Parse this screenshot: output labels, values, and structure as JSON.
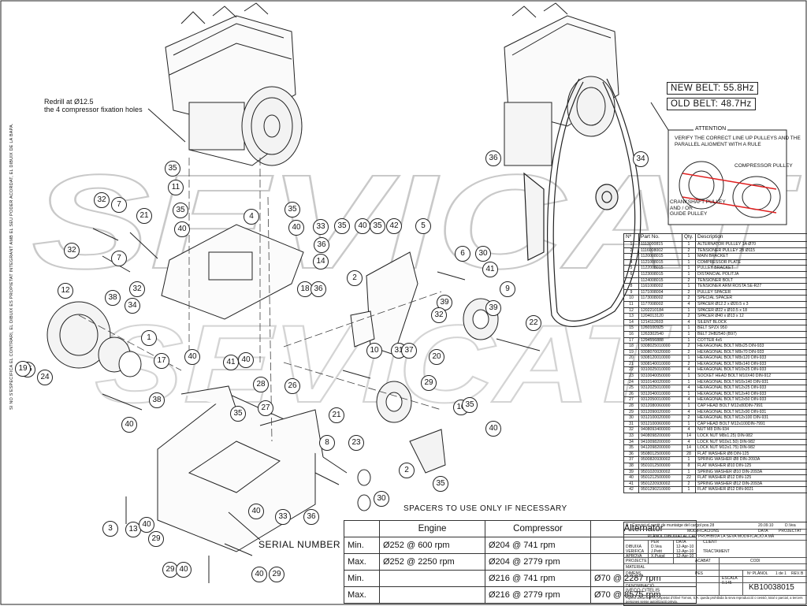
{
  "side_note": "SI NO S'ESPECIFICA EL CONTRARI, EL DIBUIX ES PROPIETAT INTEGRANT AMB EL SEU PODER ACORDAT, EL DIBUIX DE LA BAPA.",
  "watermark": "SEVICAT",
  "annotations": {
    "redrill": "Redrill at Ø12.5\nthe 4 compressor fixation holes",
    "spacers": "SPACERS TO USE ONLY IF NECESSARY",
    "serial": "SERIAL NUMBER"
  },
  "belt": {
    "new": "NEW BELT: 55.8Hz",
    "old": "OLD BELT: 48.7Hz"
  },
  "attention": {
    "title": "ATTENTION",
    "text": "VERIFY THE CORRECT LINE UP PULLEYS AND THE\nPARALLEL ALIGMENT WITH A RULE",
    "compressor_pulley": "COMPRESSOR PULLEY",
    "crankshaft_pulley": "CRANKSHAFT PULLEY\nAND / OR\nGUIDE PULLEY"
  },
  "callouts": [
    "35",
    "11",
    "4",
    "40",
    "35",
    "33",
    "36",
    "14",
    "32",
    "7",
    "21",
    "40",
    "35",
    "32",
    "7",
    "32",
    "12",
    "38",
    "34",
    "1",
    "17",
    "40",
    "40",
    "18",
    "36",
    "39",
    "35",
    "40",
    "35",
    "42",
    "5",
    "6",
    "30",
    "41",
    "9",
    "2",
    "32",
    "39",
    "22",
    "10",
    "31",
    "37",
    "20",
    "26",
    "41",
    "28",
    "27",
    "40",
    "25",
    "24",
    "38",
    "35",
    "29",
    "21",
    "10",
    "35",
    "40",
    "2",
    "35",
    "8",
    "23",
    "30",
    "40",
    "13",
    "3",
    "40",
    "29",
    "33",
    "36",
    "29",
    "40",
    "40",
    "29",
    "19",
    "36",
    "34",
    "15",
    "16"
  ],
  "parts_table": {
    "headers": [
      "Nº",
      "Part No.",
      "Qty.",
      "Description"
    ],
    "rows": [
      [
        "1",
        "1113000815",
        "1",
        "ALTERNATOR PULLEY 1A Ø70"
      ],
      [
        "2",
        "1116008002",
        "2",
        "TENSIONER PULLEY 2B Ø115"
      ],
      [
        "3",
        "1120008015",
        "1",
        "MAIN BRACKET"
      ],
      [
        "4",
        "1121008015",
        "1",
        "COMPRESSOR PLATE"
      ],
      [
        "5",
        "1122008015",
        "1",
        "PULLEY BRACKET"
      ],
      [
        "6",
        "1123008015",
        "1",
        "DISTANCIAL POLITJA"
      ],
      [
        "7",
        "1124008015",
        "2",
        "TENSIONER BOLT"
      ],
      [
        "8",
        "1161008002",
        "1",
        "TENSIONER ARM ROSTA SE-R27"
      ],
      [
        "9",
        "1171008004",
        "2",
        "PULLEY SPACER"
      ],
      [
        "10",
        "1173008002",
        "2",
        "SPECIAL SPACER"
      ],
      [
        "11",
        "1177008002",
        "4",
        "SPACER Ø12.2 x Ø20.5 x 3"
      ],
      [
        "12",
        "1202210184",
        "1",
        "SPACER Ø22 x Ø10.5 x 18"
      ],
      [
        "13",
        "1204013120",
        "2",
        "SPACER Ø40 x Ø13 x 12"
      ],
      [
        "14",
        "1214112603",
        "4",
        "SILENT BLOCK"
      ],
      [
        "15",
        "1260100925",
        "1",
        "BELT SPZX 950"
      ],
      [
        "16",
        "1263302540",
        "1",
        "BELT 2HB2540 (B97)"
      ],
      [
        "17",
        "1294556888",
        "1",
        "COTTER 4x5"
      ],
      [
        "18",
        "9308025010000",
        "2",
        "HEXAGONAL BOLT M8x25 DIN-933"
      ],
      [
        "19",
        "9308070020000",
        "2",
        "HEXAGONAL BOLT M8x70 DIN-933"
      ],
      [
        "20",
        "9308120010000",
        "1",
        "HEXAGONAL BOLT M8x120 DIN-933"
      ],
      [
        "21",
        "9308140010000",
        "2",
        "HEXAGONAL BOLT M8x140 DIN-933"
      ],
      [
        "22",
        "9310025010000",
        "4",
        "HEXAGONAL BOLT M10x25 DIN-933"
      ],
      [
        "23",
        "9310040050000",
        "1",
        "SOCKET HEAD BOLT M10X40 DIN-912"
      ],
      [
        "24",
        "9310140020000",
        "1",
        "HEXAGONAL BOLT M10x140 DIN-931"
      ],
      [
        "25",
        "9312025010000",
        "4",
        "HEXAGONAL BOLT M12x25 DIN-933"
      ],
      [
        "26",
        "9312040010000",
        "1",
        "HEXAGONAL BOLT M12x40 DIN-933"
      ],
      [
        "27",
        "9312050010000",
        "4",
        "HEXAGONAL BOLT M12x50 DIN-933"
      ],
      [
        "28",
        "9312080060000",
        "1",
        "CAP HEAD BOLT M12x80DIN-7991"
      ],
      [
        "29",
        "9312090020000",
        "4",
        "HEXAGONAL BOLT M12x90 DIN-931"
      ],
      [
        "30",
        "9312100020000",
        "2",
        "HEXAGONAL BOLT M12x100 DIN-931"
      ],
      [
        "31",
        "9312100060000",
        "1",
        "CAP HEAD BOLT M12x100DIN-7991"
      ],
      [
        "32",
        "9408093400000",
        "4",
        "NUT M8 DIN-934"
      ],
      [
        "33",
        "9408098200000",
        "14",
        "LOCK NUT M8x1.25) DIN-982"
      ],
      [
        "34",
        "9410098200000",
        "4",
        "LOCK NUT M10x1.50) DIN-982"
      ],
      [
        "35",
        "9412098200000",
        "14",
        "LOCK NUT M12x1.75) DIN-982"
      ],
      [
        "36",
        "9508012500000",
        "28",
        "FLAT WASHER Ø8 DIN-125"
      ],
      [
        "37",
        "9500820930002",
        "1",
        "SPRING WASHER Ø8 DIN-2093A"
      ],
      [
        "38",
        "9501012500000",
        "8",
        "FLAT WASHER Ø10 DIN-125"
      ],
      [
        "39",
        "9501020930002",
        "1",
        "SPRING WASHER Ø10 DIN-2093A"
      ],
      [
        "40",
        "9501212500000",
        "22",
        "FLAT WASHER Ø12 DIN-125"
      ],
      [
        "41",
        "9501220930002",
        "2",
        "SPRING WASHER Ø12 DIN-2093A"
      ],
      [
        "42",
        "9501290210000",
        "1",
        "FLAT WASHER Ø12 DIN-9021"
      ]
    ]
  },
  "speed_table": {
    "headers": [
      "",
      "Engine",
      "Compressor",
      "Alternator"
    ],
    "rows": [
      [
        "Min.",
        "Ø252 @ 600 rpm",
        "Ø204 @ 741 rpm",
        ""
      ],
      [
        "Max.",
        "Ø252 @ 2250 rpm",
        "Ø204 @ 2779 rpm",
        ""
      ],
      [
        "Min.",
        "",
        "Ø216 @ 741 rpm",
        "Ø70 @ 2287 rpm"
      ],
      [
        "Max.",
        "",
        "Ø216 @ 2779 rpm",
        "Ø70 @ 8575 rpm"
      ]
    ]
  },
  "title_block": {
    "revision": "B",
    "revision_text": "Canviat el sentit de muntatge del cargol pos.28",
    "revision_date": "20.09.10",
    "revision_by": "D.Vea",
    "modifications": "MODIFICACIONS",
    "modif_col_date": "DATA",
    "modif_col_proj": "PROJECTAT",
    "prohibition": "PLÀNOL DIBUIXAT AL CAD PROHIBIDA LA SEVA MODIFICACIÓ A MÀ",
    "client": "CLIENT",
    "per": "PER",
    "data": "DATA",
    "dibuixa": "DIBUIXA",
    "dibuixa_name": "D.Vea",
    "dibuixa_date": "12-Apr-10",
    "verifica": "VERIFICA",
    "verifica_name": "J.Petit",
    "verifica_date": "12-Apr-10",
    "aprova": "APROVA",
    "aprova_name": "X.Puigd",
    "aprova_date": "12-Apr-10",
    "tractament": "TRACTAMENT",
    "projecte": "PROJECTE",
    "acabat": "ACABAT",
    "codi": "CODI",
    "material": "MATERIAL",
    "dimens": "DIMENS.",
    "pes": "PES",
    "escala_label": "ESCALA",
    "escala": "0.145",
    "plano_label": "Nº PLÀNOL",
    "sheet": "1 de 1",
    "rev_label": "REV.",
    "rev": "B",
    "denominacio": "DENOMINACIÓ",
    "denominacio_value": "IVECO CITELIS",
    "drawing_no": "KB10038015",
    "footer": "Aquest document és propietat d'Olivé Tornos, S.A. queda prohibida la seva reproducció o cessió, total o parcial, a tercers persones sense autorització prèvia."
  }
}
